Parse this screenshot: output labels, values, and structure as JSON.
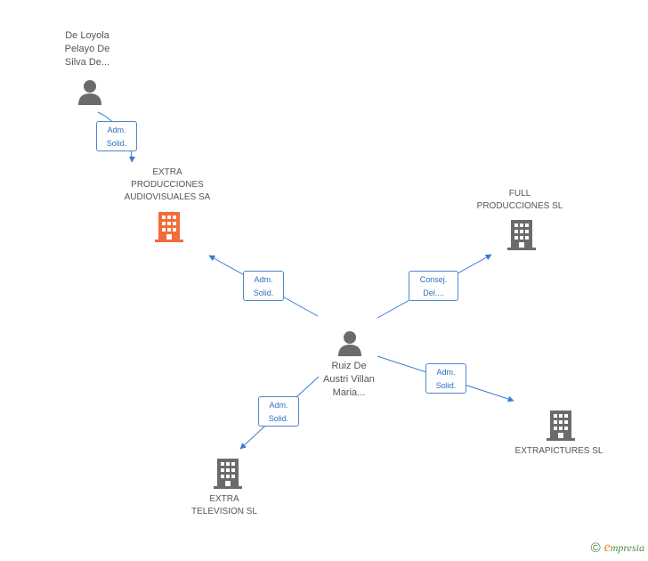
{
  "diagram": {
    "colors": {
      "edge": "#3a7bd5",
      "person": "#6b6b6b",
      "company": "#6b6b6b",
      "company_highlight": "#f26b3a"
    },
    "nodes": {
      "de_loyola": {
        "label": "De Loyola\nPelayo De\nSilva De...",
        "icon": "person-icon"
      },
      "extra_producciones": {
        "label": "EXTRA\nPRODUCCIONES\nAUDIOVISUALES SA",
        "icon": "building-icon-highlighted"
      },
      "full_producciones": {
        "label": "FULL\nPRODUCCIONES SL",
        "icon": "building-icon"
      },
      "ruiz_de_austri": {
        "label": "Ruiz De\nAustri Villan\nMaria...",
        "icon": "person-icon"
      },
      "extrapictures": {
        "label": "EXTRAPICTURES SL",
        "icon": "building-icon"
      },
      "extra_television": {
        "label": "EXTRA\nTELEVISION SL",
        "icon": "building-icon"
      }
    },
    "edges": [
      {
        "from": "de_loyola",
        "to": "extra_producciones",
        "label": "Adm.\nSolid."
      },
      {
        "from": "ruiz_de_austri",
        "to": "extra_producciones",
        "label": "Adm.\nSolid."
      },
      {
        "from": "ruiz_de_austri",
        "to": "full_producciones",
        "label": "Consej.\nDel...."
      },
      {
        "from": "ruiz_de_austri",
        "to": "extrapictures",
        "label": "Adm.\nSolid."
      },
      {
        "from": "ruiz_de_austri",
        "to": "extra_television",
        "label": "Adm.\nSolid."
      }
    ]
  },
  "footer": {
    "copyright_symbol": "©",
    "brand_initial": "e",
    "brand_rest": "mpresia"
  }
}
